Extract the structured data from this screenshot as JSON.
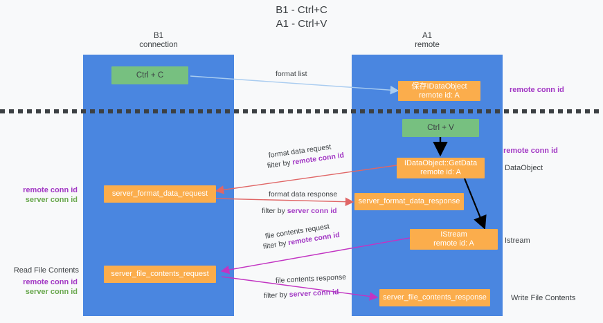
{
  "title": {
    "line1": "B1 - Ctrl+C",
    "line2": "A1 - Ctrl+V"
  },
  "columns": [
    {
      "name": "B1",
      "subtitle": "connection"
    },
    {
      "name": "A1",
      "subtitle": "remote"
    }
  ],
  "nodes": {
    "ctrl_c": {
      "label": "Ctrl + C"
    },
    "ctrl_v": {
      "label": "Ctrl + V"
    },
    "idataobject_top": {
      "line1": "保存IDataObject",
      "line2": "remote id: A"
    },
    "getdata": {
      "line1": "IDataObject::GetData",
      "line2": "remote id: A"
    },
    "istream": {
      "line1": "IStream",
      "line2": "remote id: A"
    },
    "server_format_data_request": {
      "label": "server_format_data_request"
    },
    "server_format_data_response": {
      "label": "server_format_data_response"
    },
    "server_file_contents_request": {
      "label": "server_file_contents_request"
    },
    "server_file_contents_response": {
      "label": "server_file_contents_response"
    }
  },
  "edges": {
    "format_list": {
      "label": "format list"
    },
    "format_data_request": {
      "label": "format data request",
      "filter_prefix": "filter by ",
      "filter_key": "remote conn id"
    },
    "format_data_response": {
      "label": "format data response",
      "filter_prefix": "filter by ",
      "filter_key": "server conn id"
    },
    "file_contents_request": {
      "label": "file contents request",
      "filter_prefix": "filter by ",
      "filter_key": "remote conn id"
    },
    "file_contents_response": {
      "label": "file contents response",
      "filter_prefix": "filter by ",
      "filter_key": "server conn id"
    }
  },
  "annotations": {
    "right_top_conn": "remote conn id",
    "right_mid_conn": "remote conn id",
    "right_dataobject": "DataObject",
    "right_istream": "Istream",
    "right_write_file": "Write File Contents",
    "left_read_file": "Read File Contents",
    "left_mid_remote": "remote conn id",
    "left_mid_server": "server conn id",
    "left_bottom_remote": "remote conn id",
    "left_bottom_server": "server conn id"
  },
  "colors": {
    "column_blue": "#4a86e0",
    "node_orange": "#fbad4c",
    "node_green": "#77c080",
    "purple": "#a238c4",
    "green_text": "#6aa84f",
    "arrow_light_blue": "#a9ccf0",
    "arrow_red": "#e06666",
    "arrow_magenta": "#c234c2",
    "arrow_black": "#000000",
    "background": "#f8f9fa"
  }
}
